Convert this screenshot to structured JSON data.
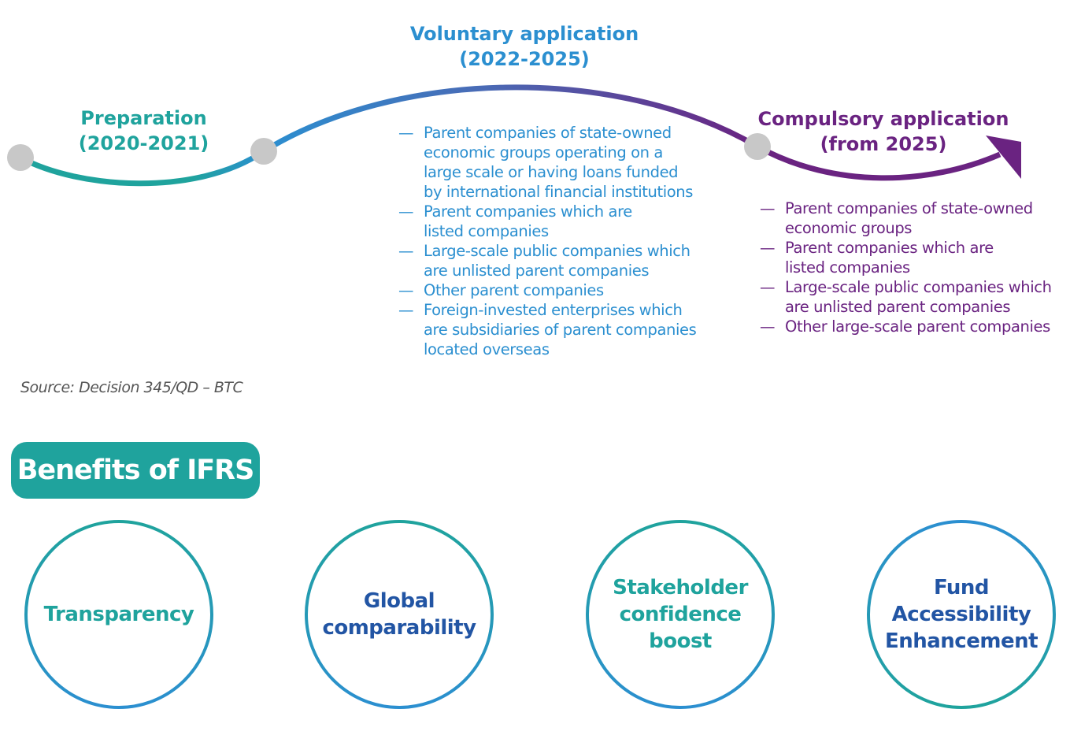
{
  "colors": {
    "teal": "#1fa39d",
    "blue": "#2b8fd0",
    "purple": "#6a2381",
    "dark_blue": "#2255a4",
    "node_gray": "#c8c8c8",
    "source_gray": "#555555"
  },
  "timeline": {
    "phases": [
      {
        "title_line1": "Preparation",
        "title_line2": "(2020-2021)"
      },
      {
        "title_line1": "Voluntary application",
        "title_line2": "(2022-2025)",
        "items": [
          {
            "lines": [
              "Parent companies of state-owned",
              "economic groups operating on a",
              "large scale or having loans funded",
              "by international financial institutions"
            ]
          },
          {
            "lines": [
              "Parent companies which are",
              "listed companies"
            ]
          },
          {
            "lines": [
              "Large-scale public companies which",
              "are unlisted parent companies"
            ]
          },
          {
            "lines": [
              "Other parent companies"
            ]
          },
          {
            "lines": [
              "Foreign-invested enterprises which",
              "are subsidiaries of parent companies",
              "located overseas"
            ]
          }
        ]
      },
      {
        "title_line1": "Compulsory application",
        "title_line2": "(from 2025)",
        "items": [
          {
            "lines": [
              "Parent companies of state-owned",
              "economic groups"
            ]
          },
          {
            "lines": [
              "Parent companies which are",
              "listed companies"
            ]
          },
          {
            "lines": [
              "Large-scale public companies which",
              "are unlisted parent companies"
            ]
          },
          {
            "lines": [
              "Other large-scale parent companies"
            ]
          }
        ]
      }
    ],
    "bullet": "—"
  },
  "source": "Source: Decision 345/QD – BTC",
  "benefits": {
    "title": "Benefits of IFRS",
    "items": [
      {
        "lines": [
          "Transparency"
        ],
        "color": "#1fa39d"
      },
      {
        "lines": [
          "Global",
          "comparability"
        ],
        "color": "#2255a4"
      },
      {
        "lines": [
          "Stakeholder",
          "confidence",
          "boost"
        ],
        "color": "#1fa39d"
      },
      {
        "lines": [
          "Fund",
          "Accessibility",
          "Enhancement"
        ],
        "color": "#2255a4"
      }
    ]
  }
}
